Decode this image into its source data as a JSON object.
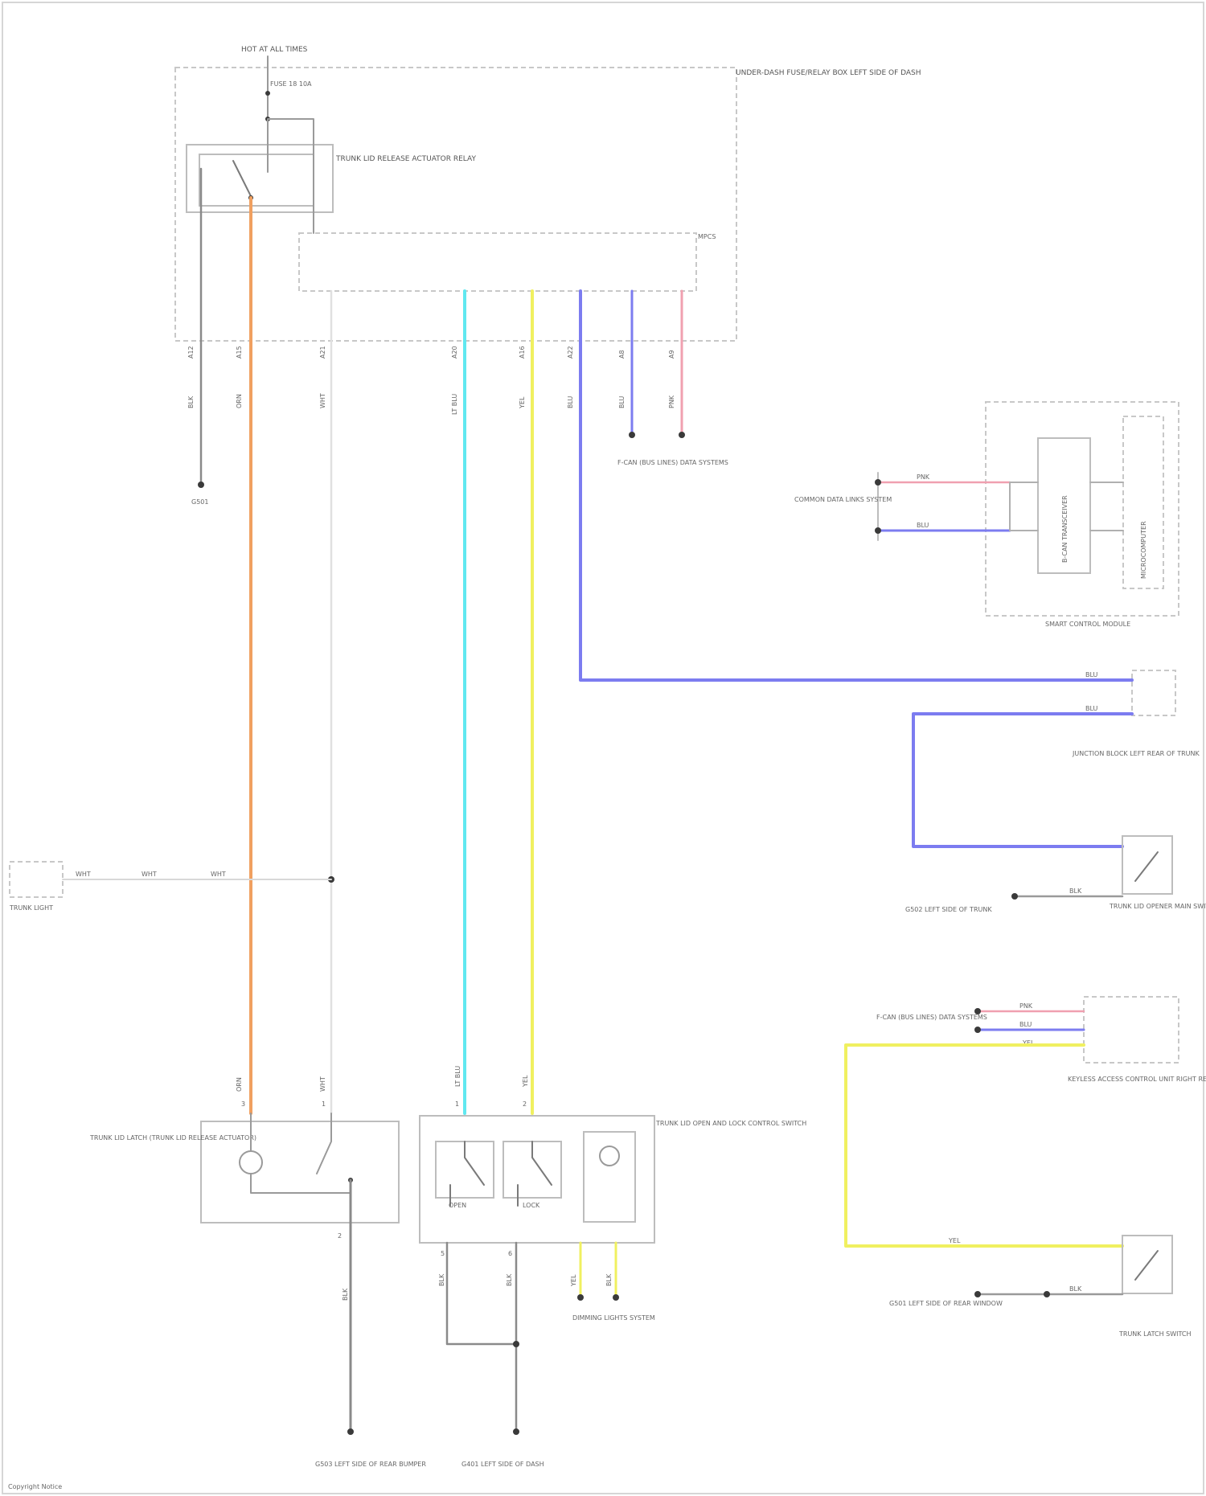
{
  "labels": {
    "hot_at_all_times": "HOT AT ALL TIMES",
    "fuse": "FUSE 18 10A",
    "underdash_box": "UNDER-DASH FUSE/RELAY BOX LEFT SIDE OF DASH",
    "relay": "TRUNK LID RELEASE ACTUATOR RELAY",
    "connector_top": "MPCS",
    "pins_top": [
      "A12",
      "A15",
      "A21",
      "A20",
      "A16",
      "A22",
      "A8",
      "A9"
    ],
    "wires_top": [
      "BLK",
      "ORN",
      "WHT",
      "LT BLU",
      "YEL",
      "BLU",
      "BLU",
      "PNK"
    ],
    "ground_left": "G501",
    "can_bus_top": "F-CAN (BUS LINES) DATA SYSTEMS",
    "smart_control": "SMART CONTROL MODULE",
    "ecm_block_a": "B-CAN TRANSCEIVER",
    "ecm_block_b": "MICROCOMPUTER",
    "can_system_label": "COMMON DATA LINKS SYSTEM",
    "can_wires": [
      "PNK",
      "BLU"
    ],
    "junction": "JUNCTION BLOCK LEFT REAR OF TRUNK",
    "junction_wires": [
      "BLU",
      "BLU"
    ],
    "trunk_lid_switch": "TRUNK LID OPENER MAIN SWITCH",
    "switch_ground_wire": "BLK",
    "switch_ground": "G502 LEFT SIDE OF TRUNK",
    "trunk_light_label": "TRUNK LIGHT",
    "trunk_light_wires": [
      "WHT",
      "WHT",
      "WHT"
    ],
    "can_bus_right": "F-CAN (BUS LINES) DATA SYSTEMS",
    "keyless_module": "KEYLESS ACCESS CONTROL UNIT RIGHT REAR OF TRUNK",
    "right_wires": [
      "PNK",
      "BLU",
      "YEL"
    ],
    "latch_switch": "TRUNK LATCH SWITCH",
    "latch_wire": "YEL",
    "latch_ground": "G501 LEFT SIDE OF REAR WINDOW",
    "latch_ground_wire": "BLK",
    "actuator": "TRUNK LID LATCH (TRUNK LID RELEASE ACTUATOR)",
    "actuator_pins": [
      "3",
      "1",
      "2"
    ],
    "actuator_wires": [
      "ORN",
      "WHT",
      "BLK"
    ],
    "actuator_ground": "G503 LEFT SIDE OF REAR BUMPER",
    "main_switch": "TRUNK LID OPEN AND LOCK CONTROL SWITCH",
    "main_switch_a": "OPEN",
    "main_switch_b": "LOCK",
    "main_switch_pins": [
      "1",
      "2",
      "5",
      "6"
    ],
    "main_switch_wires": [
      "LT BLU",
      "YEL",
      "BLK",
      "BLK",
      "YEL",
      "BLK"
    ],
    "dash_lights": "DIMMING LIGHTS SYSTEM",
    "bottom_ground": "G401 LEFT SIDE OF DASH",
    "footer": "Copyright Notice"
  },
  "colors": {
    "orange": "#f0a060",
    "cyan": "#60e8f0",
    "yellow": "#f0f060",
    "blue": "#7c7cf0",
    "pink": "#f0a0b0",
    "gray": "#9a9a9a",
    "light_gray": "#d0d0d0",
    "dot": "#3a3a3a"
  }
}
